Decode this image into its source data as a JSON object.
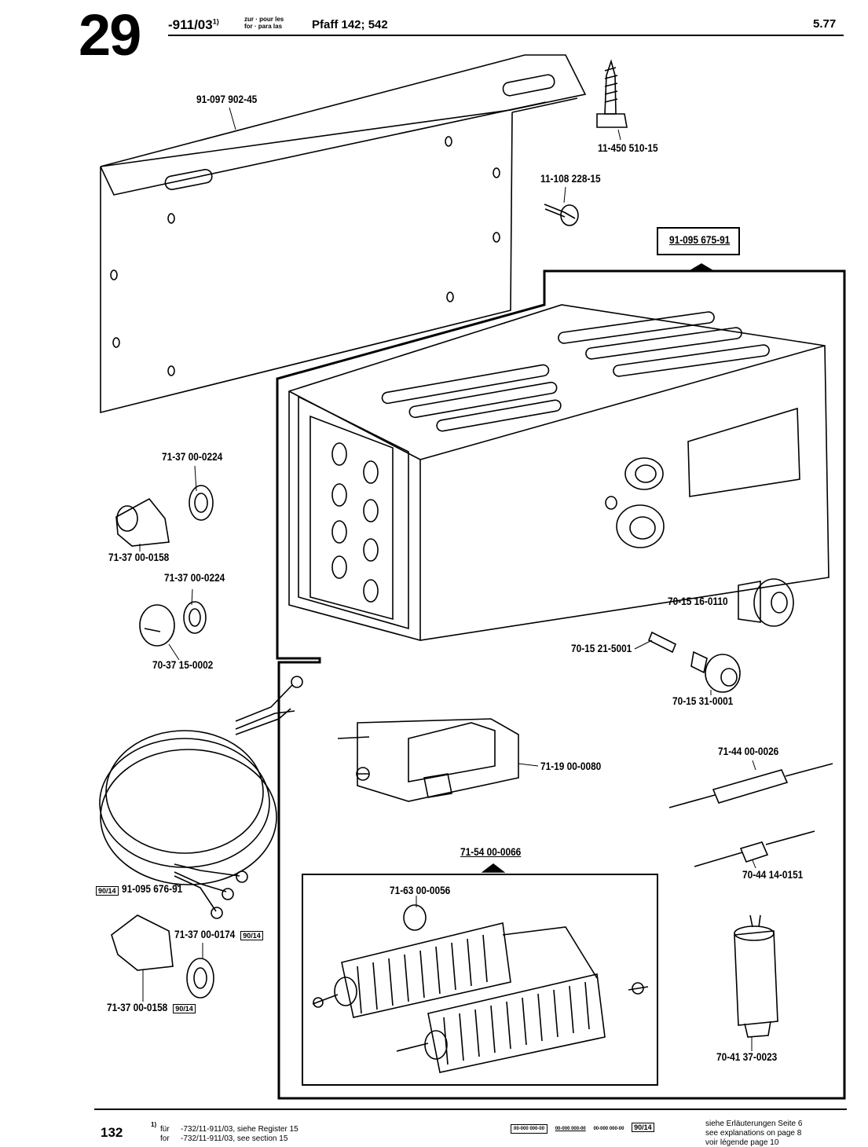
{
  "header": {
    "group_number": "29",
    "code": "-911/03",
    "code_sup": "1)",
    "lang_top": "zur · pour les",
    "lang_bottom": "for · para las",
    "model": "Pfaff 142; 542",
    "date": "5.77"
  },
  "parts": {
    "mounting_bracket": "91-097 902-45",
    "wood_screw": "11-450 510-15",
    "small_screw": "11-108 228-15",
    "housing_assembly": "91-095 675-91",
    "nut_upper": "71-37 00-0224",
    "gland_upper": "71-37 00-0158",
    "nut_mid": "71-37 00-0224",
    "plug": "70-37 15-0002",
    "fuse_holder": "70-15 16-0110",
    "fuse": "70-15 21-5001",
    "fuse_cap": "70-15 31-0001",
    "relay": "71-19 00-0080",
    "resistor": "71-44 00-0026",
    "diode": "70-44 14-0151",
    "cable": "91-095 676-91",
    "cable_ref": "90/14",
    "nut_lower": "71-37 00-0174",
    "nut_lower_ref": "90/14",
    "gland_lower": "71-37 00-0158",
    "gland_lower_ref": "90/14",
    "resistor_group": "71-54 00-0066",
    "resistor_bracket": "71-63 00-0056",
    "capacitor": "70-41 37-0023"
  },
  "footer": {
    "page": "132",
    "note_sup": "1)",
    "note_line1_lang": "für",
    "note_line1": "-732/11-911/03, siehe Register 15",
    "note_line2_lang": "for",
    "note_line2": "-732/11-911/03, see section 15",
    "legend_boxed": "00-000 000-00",
    "legend_underlined": "00-000 000-00",
    "legend_plain": "00-000 000-00",
    "legend_ref": "90/14",
    "expl_de": "siehe Erläuterungen Seite 6",
    "expl_en": "see explanations on page 8",
    "expl_fr": "voir légende page 10"
  }
}
